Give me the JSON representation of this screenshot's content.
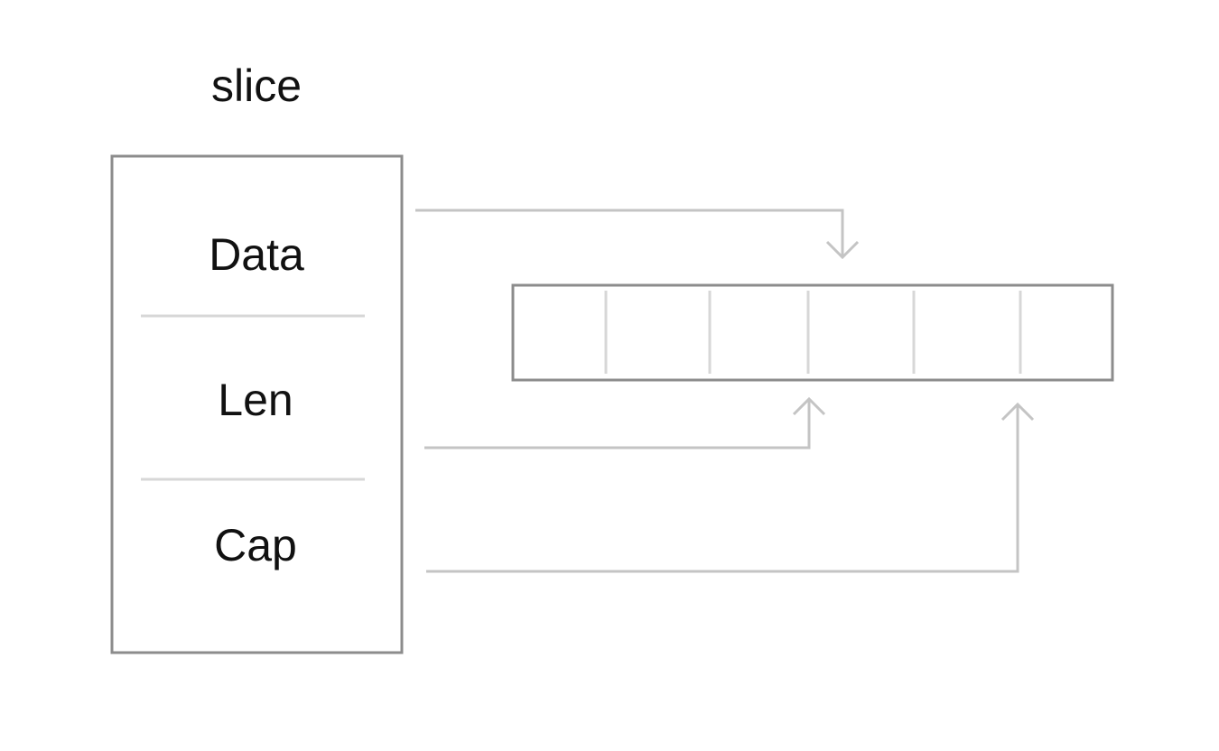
{
  "title": "slice",
  "fields": [
    {
      "label": "Data"
    },
    {
      "label": "Len"
    },
    {
      "label": "Cap"
    }
  ],
  "array": {
    "cell_count": 6
  },
  "colors": {
    "box_border": "#8c8c8c",
    "divider": "#d7d7d7",
    "arrow": "#c4c4c4",
    "text": "#111111"
  }
}
